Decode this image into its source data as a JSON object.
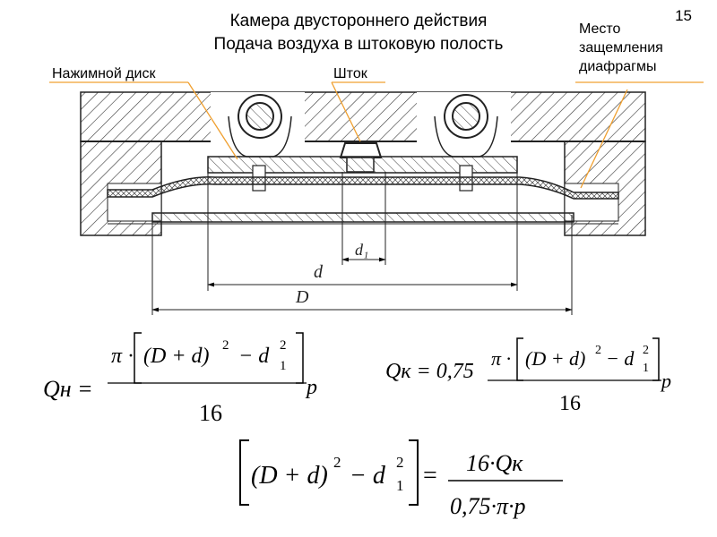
{
  "slide": {
    "number": "15",
    "title_line1": "Камера двустороннего действия",
    "title_line2": "Подача воздуха в штоковую полость"
  },
  "labels": {
    "pressure_disk": "Нажимной диск",
    "rod": "Шток",
    "clamp_line1": "Место",
    "clamp_line2": "защемления",
    "clamp_line3": "диафрагмы"
  },
  "dimensions": {
    "d1": "d₁",
    "d": "d",
    "D": "D"
  },
  "formulas": {
    "qn": {
      "lhs": "Qн =",
      "pi": "π",
      "dot": "·",
      "bracket_content": "(D + d)",
      "sup2": "2",
      "minus_d": "− d",
      "sub1": "1",
      "sup2b": "2",
      "p": "p",
      "denominator": "16"
    },
    "qk": {
      "lhs": "Qк = 0,75",
      "pi": "π",
      "dot": "·",
      "bracket_content": "(D + d)",
      "sup2": "2",
      "minus_d": "− d",
      "sub1": "1",
      "sup2b": "2",
      "p": "p",
      "denominator": "16"
    },
    "rearranged": {
      "bracket_content": "(D + d)",
      "sup2": "2",
      "minus_d": "− d",
      "sub1": "1",
      "sup2b": "2",
      "equals": "=",
      "numerator": "16·Qк",
      "denominator": "0,75·π·p"
    }
  }
}
